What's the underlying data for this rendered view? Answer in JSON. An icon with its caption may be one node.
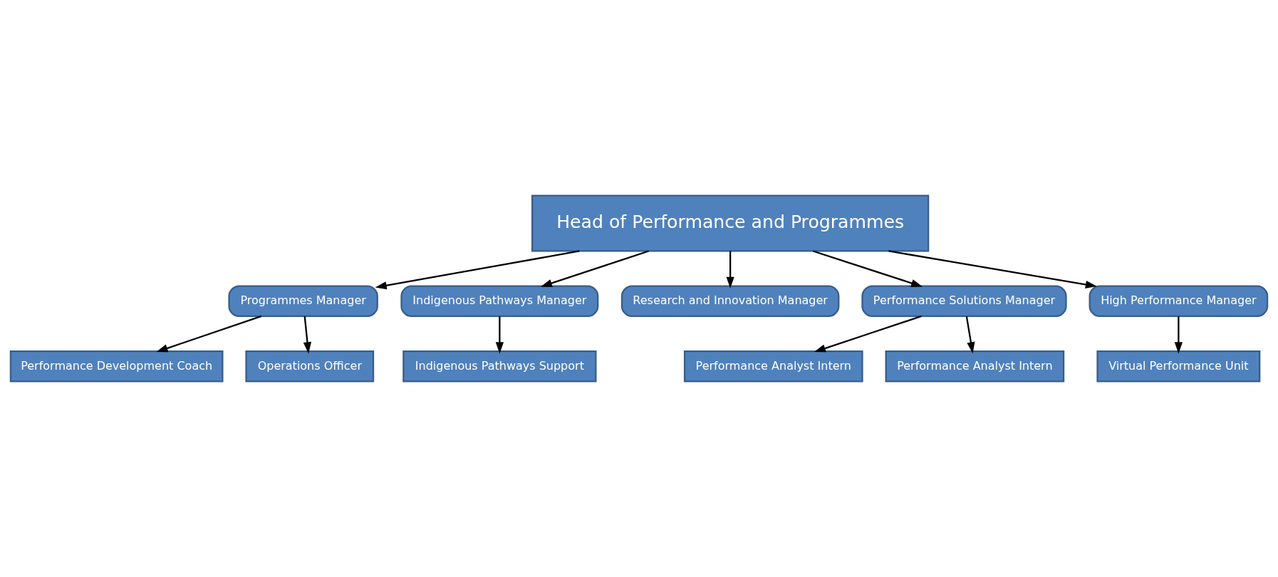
{
  "diagram": {
    "nodes": [
      {
        "text": [
          "Head of Performance and Programmes"
        ]
      },
      {
        "text": [
          "Programmes Manager"
        ]
      },
      {
        "text": [
          "Indigenous Pathways Manager"
        ]
      },
      {
        "text": [
          "Research and Innovation Manager"
        ]
      },
      {
        "text": [
          "Performance Solutions Manager"
        ]
      },
      {
        "text": [
          "High Performance Manager"
        ]
      },
      {
        "text": [
          "Performance Development Coach"
        ]
      },
      {
        "text": [
          "Operations Officer"
        ]
      },
      {
        "text": [
          "Indigenous Pathways Support"
        ]
      },
      {
        "text": [
          "Performance Analyst Intern"
        ]
      },
      {
        "text": [
          "Performance Analyst Intern"
        ]
      },
      {
        "text": [
          "Virtual Performance Unit"
        ]
      }
    ],
    "edges": [
      {
        "from": 0,
        "to": 1,
        "arrow": "to"
      },
      {
        "from": 0,
        "to": 2,
        "arrow": "to"
      },
      {
        "from": 0,
        "to": 3,
        "arrow": "to"
      },
      {
        "from": 0,
        "to": 4,
        "arrow": "to"
      },
      {
        "from": 0,
        "to": 5,
        "arrow": "to"
      },
      {
        "from": 1,
        "to": 6,
        "arrow": "to"
      },
      {
        "from": 1,
        "to": 7,
        "arrow": "to"
      },
      {
        "from": 2,
        "to": 8,
        "arrow": "to"
      },
      {
        "from": 4,
        "to": 9,
        "arrow": "to"
      },
      {
        "from": 4,
        "to": 10,
        "arrow": "to"
      },
      {
        "from": 5,
        "to": 11,
        "arrow": "to"
      }
    ]
  }
}
